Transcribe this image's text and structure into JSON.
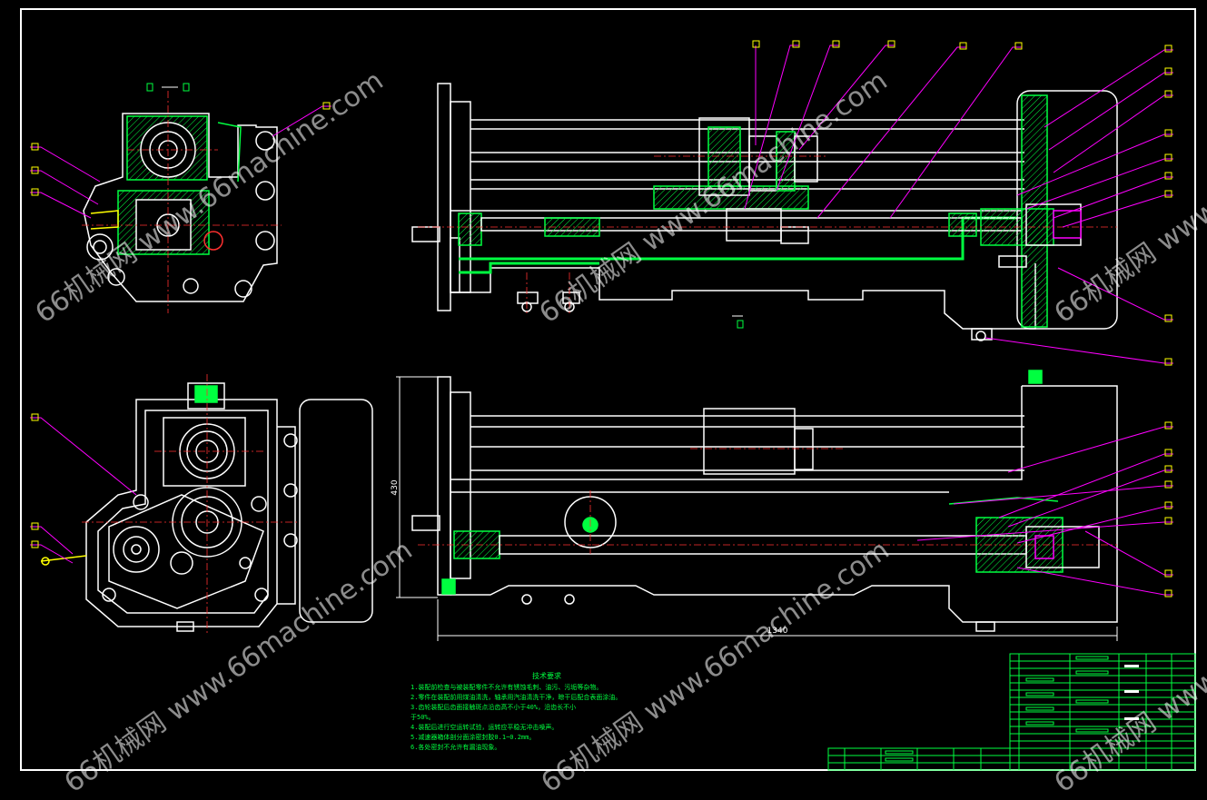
{
  "drawing": {
    "dim_height": "430",
    "dim_length": "1340"
  },
  "notes": {
    "title": "技术要求",
    "lines": [
      "1.装配前检查与被装配零件不允许有锈蚀毛刺、油污、污垢等杂物。",
      "2.零件在装配前用煤油清洗，轴承用汽油清洗干净，晾干后配合表面涂油。",
      "3.齿轮装配后齿面接触斑点沿齿高不小于40%，沿齿长不小",
      "  于50%。",
      "4.装配后进行空运转试验，运转应平稳无冲击噪声。",
      "5.减速器箱体剖分面涂密封胶0.1~0.2mm。",
      "6.各处密封不允许有漏油现象。"
    ]
  },
  "watermarks": [
    {
      "text": "66机械网 www.66machine.com"
    },
    {
      "text": "66机械网 www.66machine.com"
    },
    {
      "text": "66机械网 www.66machine.com"
    },
    {
      "text": "66机械网 www.66machine.com"
    },
    {
      "text": "66机械网 www.66machine.com"
    },
    {
      "text": "66机械网 www.66machine.com"
    }
  ],
  "colors": {
    "background": "#000000",
    "outline": "#ffffff",
    "section": "#00ff40",
    "leader": "#ff00ff",
    "center": "#ff3030",
    "yellow": "#ffff00"
  }
}
